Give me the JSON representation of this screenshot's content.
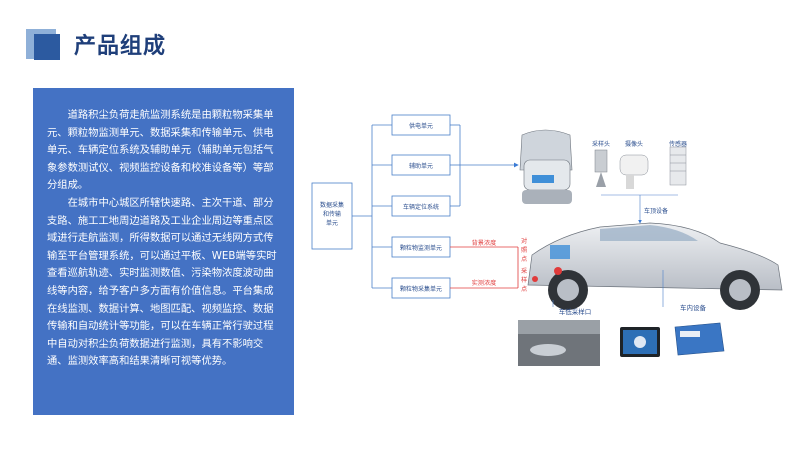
{
  "header": {
    "title": "产品组成"
  },
  "description": {
    "paragraphs": [
      "道路积尘负荷走航监测系统是由颗粒物采集单元、颗粒物监测单元、数据采集和传输单元、供电单元、车辆定位系统及辅助单元（辅助单元包括气象参数测试仪、视频监控设备和校准设备等）等部分组成。",
      "在城市中心城区所辖快速路、主次干道、部分支路、施工工地周边道路及工业企业周边等重点区域进行走航监测，所得数据可以通过无线网方式传输至平台管理系统，可以通过平板、WEB端等实时查看巡航轨迹、实时监测数值、污染物浓度波动曲线等内容，给予客户多方面有价值信息。平台集成在线监测、数据计算、地图匹配、视频监控、数据传输和自动统计等功能，可以在车辆正常行驶过程中自动对积尘负荷数据进行监测，具有不影响交通、监测效率高和结果清晰可视等优势。"
    ]
  },
  "diagram": {
    "center_box": [
      "数据采集",
      "和传输",
      "单元"
    ],
    "units": [
      "供电单元",
      "辅助单元",
      "车辆定位系统",
      "颗粒物监测单元",
      "颗粒物采集单元"
    ],
    "background_label": "背景浓度",
    "background_sub": [
      "对",
      "照",
      "点"
    ],
    "measured_label": "实测浓度",
    "measured_sub": [
      "采",
      "样",
      "点"
    ],
    "roof_devices": [
      "采样头",
      "摄像头",
      "传感器"
    ],
    "roof_label": "车顶设备",
    "bottom_label": "车低采样口",
    "interior_label": "车内设备"
  }
}
